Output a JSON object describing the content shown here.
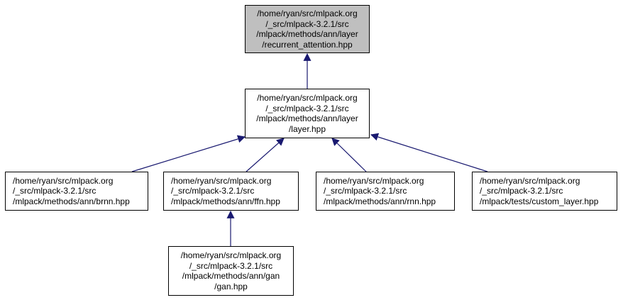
{
  "diagram": {
    "nodes": {
      "root": {
        "lines": [
          "/home/ryan/src/mlpack.org",
          "/_src/mlpack-3.2.1/src",
          "/mlpack/methods/ann/layer",
          "/recurrent_attention.hpp"
        ],
        "highlighted": true
      },
      "layer": {
        "lines": [
          "/home/ryan/src/mlpack.org",
          "/_src/mlpack-3.2.1/src",
          "/mlpack/methods/ann/layer",
          "/layer.hpp"
        ]
      },
      "brnn": {
        "lines": [
          "/home/ryan/src/mlpack.org",
          "/_src/mlpack-3.2.1/src",
          "/mlpack/methods/ann/brnn.hpp"
        ]
      },
      "ffn": {
        "lines": [
          "/home/ryan/src/mlpack.org",
          "/_src/mlpack-3.2.1/src",
          "/mlpack/methods/ann/ffn.hpp"
        ]
      },
      "rnn": {
        "lines": [
          "/home/ryan/src/mlpack.org",
          "/_src/mlpack-3.2.1/src",
          "/mlpack/methods/ann/rnn.hpp"
        ]
      },
      "custom": {
        "lines": [
          "/home/ryan/src/mlpack.org",
          "/_src/mlpack-3.2.1/src",
          "/mlpack/tests/custom_layer.hpp"
        ]
      },
      "gan": {
        "lines": [
          "/home/ryan/src/mlpack.org",
          "/_src/mlpack-3.2.1/src",
          "/mlpack/methods/ann/gan",
          "/gan.hpp"
        ]
      }
    },
    "edges": [
      {
        "from": "layer",
        "to": "root"
      },
      {
        "from": "brnn",
        "to": "layer"
      },
      {
        "from": "ffn",
        "to": "layer"
      },
      {
        "from": "rnn",
        "to": "layer"
      },
      {
        "from": "custom",
        "to": "layer"
      },
      {
        "from": "gan",
        "to": "ffn"
      }
    ],
    "colors": {
      "edge": "#191970",
      "highlight_fill": "#bfbfbf",
      "node_border": "#000000"
    }
  }
}
